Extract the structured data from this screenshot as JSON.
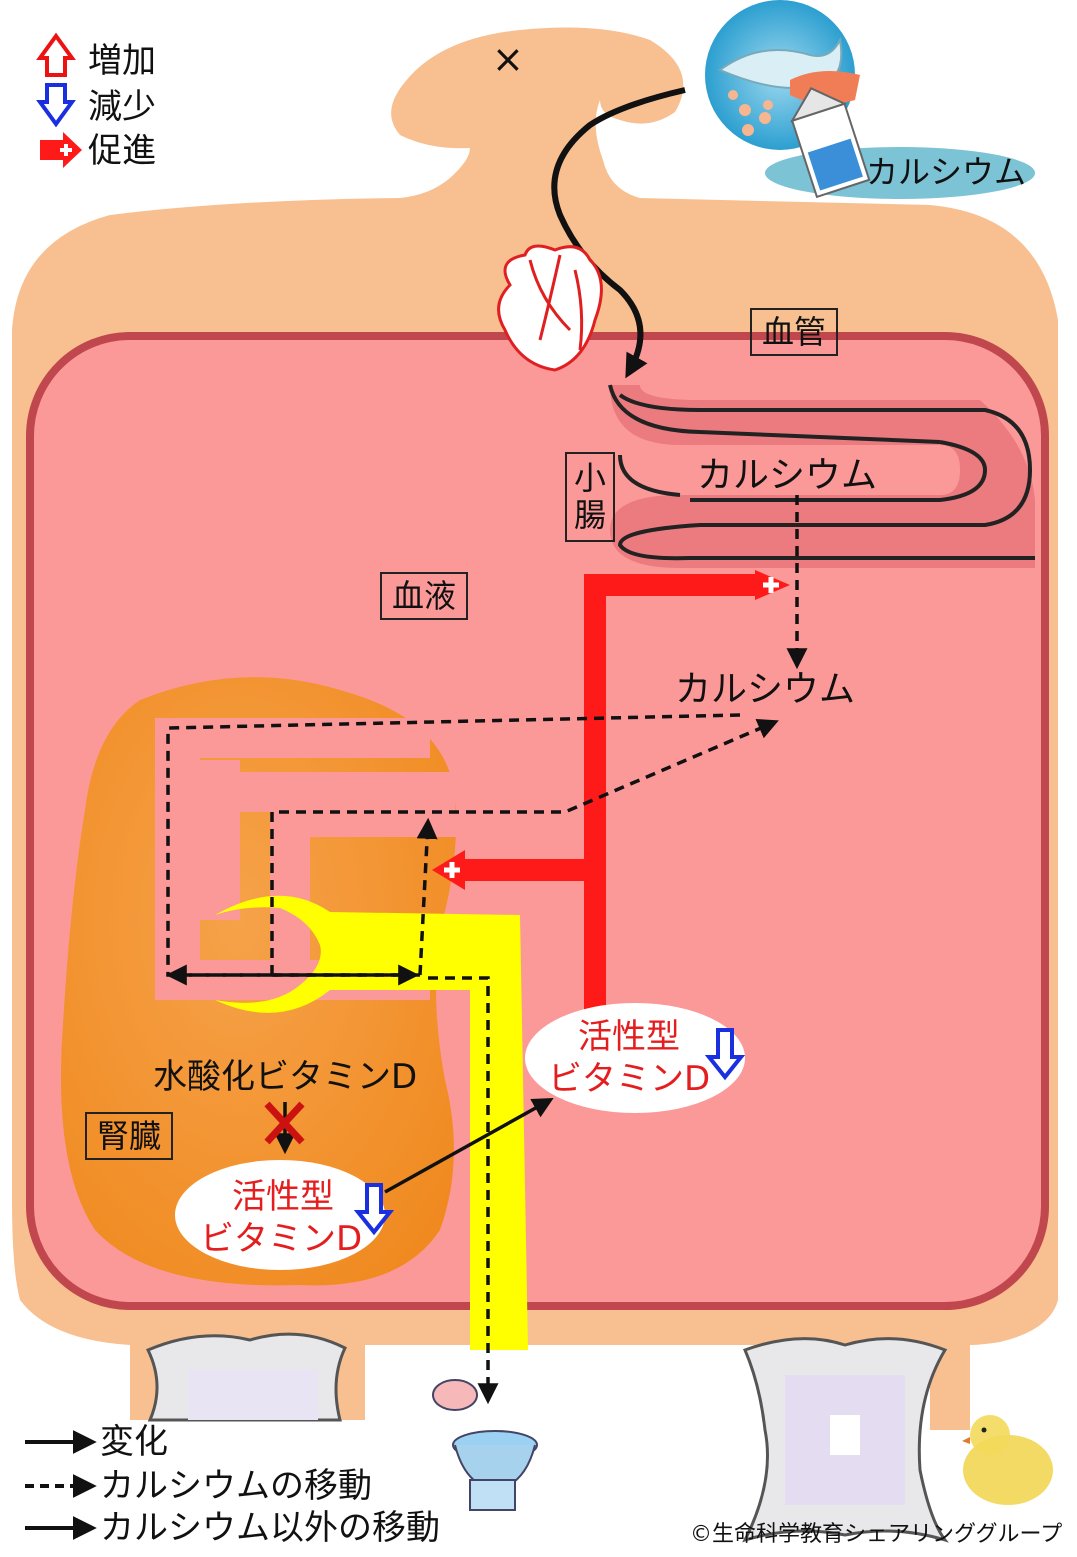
{
  "legend_top": {
    "increase": "増加",
    "decrease": "減少",
    "promote": "促進"
  },
  "mouth_mark": "×",
  "food_label": "カルシウム",
  "labels": {
    "blood_vessel": "血管",
    "small_intestine_1": "小",
    "small_intestine_2": "腸",
    "intestine_calcium": "カルシウム",
    "blood": "血液",
    "blood_calcium": "カルシウム",
    "kidney": "腎臓",
    "hydroxy_vitd": "水酸化ビタミンD",
    "active_vitd_kidney_1": "活性型",
    "active_vitd_kidney_2": "ビタミンD",
    "active_vitd_blood_1": "活性型",
    "active_vitd_blood_2": "ビタミンD"
  },
  "legend_bottom": {
    "change": "変化",
    "calcium_move": "カルシウムの移動",
    "other_move": "カルシウム以外の移動"
  },
  "copyright": "©生命科学教育シェアリンググループ",
  "colors": {
    "body": "#f8c090",
    "blood": "#fb9999",
    "vessel_border": "#c0474d",
    "intestine": "#ec7b7f",
    "kidney": "#f59a3c",
    "urine": "#ffff00",
    "promote_red": "#ff1a1a",
    "decrease_blue": "#1a2fe0",
    "increase_red": "#ee1111"
  }
}
